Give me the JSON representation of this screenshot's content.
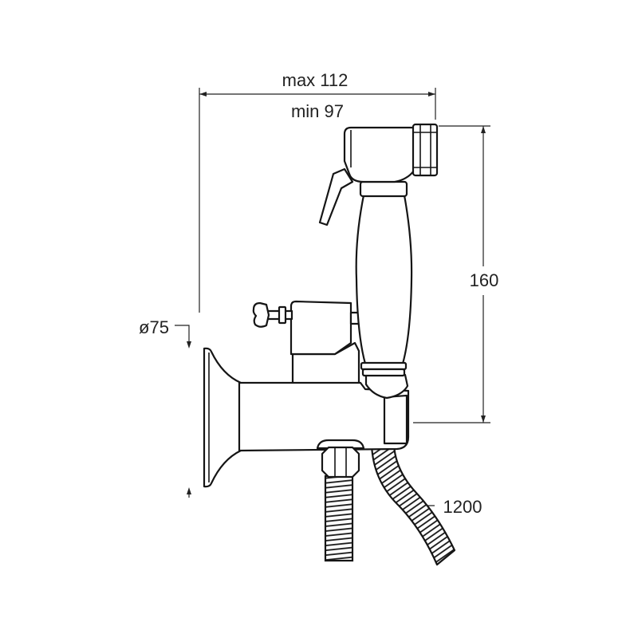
{
  "dimensions": {
    "width_max": "max 112",
    "width_min": "min 97",
    "flange_diameter": "ø75",
    "height": "160",
    "hose_length": "1200"
  }
}
